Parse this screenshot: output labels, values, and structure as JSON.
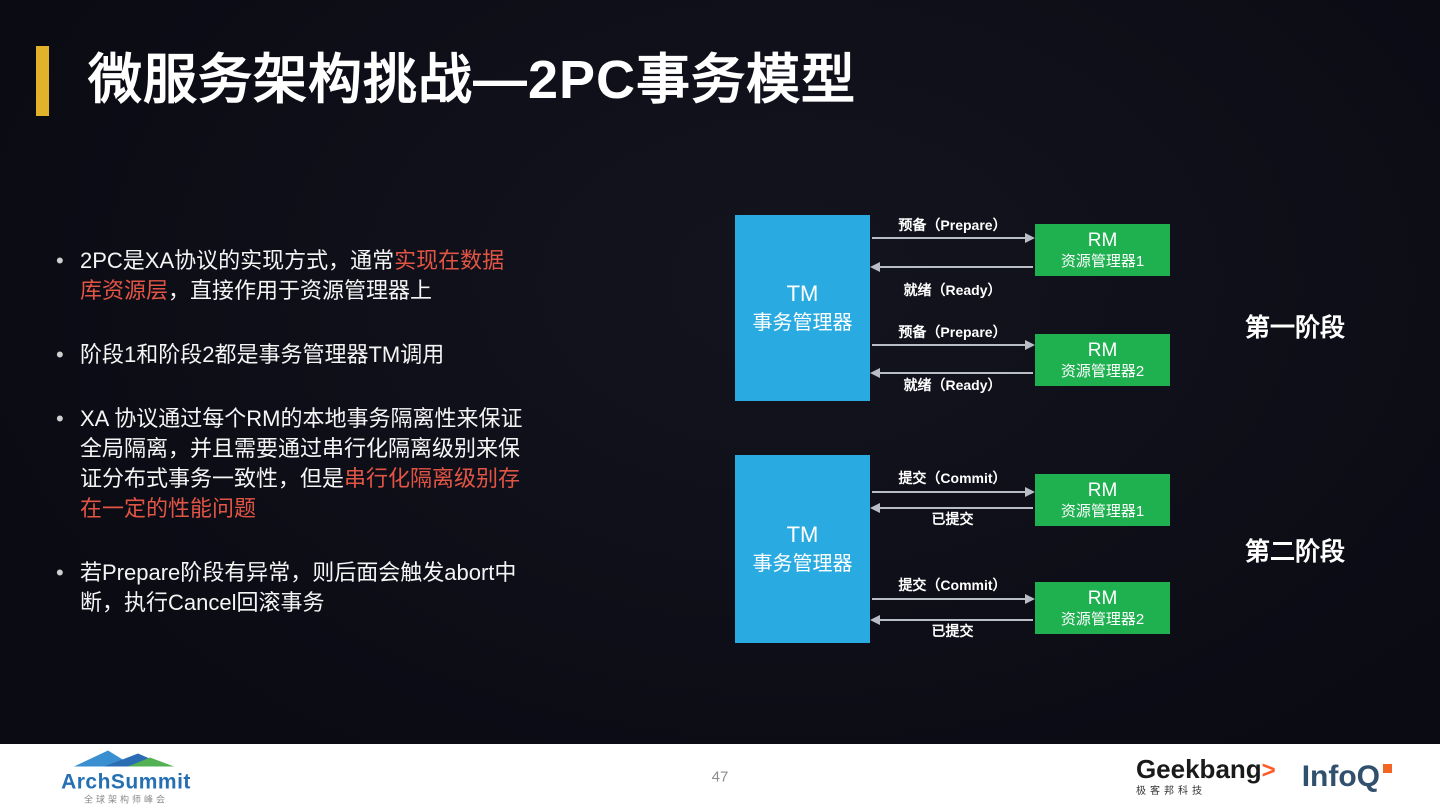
{
  "colors": {
    "bg": "#0b0b14",
    "accent_gold": "#e2b32a",
    "tm_blue": "#29abe2",
    "rm_green": "#1fb050",
    "highlight_red": "#e25544",
    "text_white": "#f5f5f5",
    "arrow_gray": "#b9bdc6",
    "footer_bg": "#ffffff",
    "page_num_gray": "#8c8c8c",
    "archsummit_blue": "#2470b3",
    "geekbang_black": "#1a1a1a",
    "geekbang_orange": "#ff5a2a",
    "infoq_navy": "#31506e",
    "infoq_orange": "#f26522"
  },
  "slide": {
    "title": "微服务架构挑战—2PC事务模型"
  },
  "bullets": [
    {
      "segments": [
        {
          "text": "2PC是XA协议的实现方式，通常",
          "highlight": false
        },
        {
          "text": "实现在数据库资源层",
          "highlight": true
        },
        {
          "text": "，直接作用于资源管理器上",
          "highlight": false
        }
      ]
    },
    {
      "segments": [
        {
          "text": "阶段1和阶段2都是事务管理器TM调用",
          "highlight": false
        }
      ]
    },
    {
      "segments": [
        {
          "text": "XA 协议通过每个RM的本地事务隔离性来保证全局隔离，并且需要通过串行化隔离级别来保证分布式事务一致性，但是",
          "highlight": false
        },
        {
          "text": "串行化隔离级别存在一定的性能问题",
          "highlight": true
        }
      ]
    },
    {
      "segments": [
        {
          "text": "若Prepare阶段有异常，则后面会触发abort中断，执行Cancel回滚事务",
          "highlight": false
        }
      ]
    }
  ],
  "diagram": {
    "phases": [
      {
        "label": "第一阶段",
        "tm": {
          "line1": "TM",
          "line2": "事务管理器"
        },
        "rms": [
          {
            "line1": "RM",
            "line2": "资源管理器1"
          },
          {
            "line1": "RM",
            "line2": "资源管理器2"
          }
        ],
        "messages": [
          {
            "request": "预备（Prepare）",
            "response": "就绪（Ready）"
          },
          {
            "request": "预备（Prepare）",
            "response": "就绪（Ready）"
          }
        ]
      },
      {
        "label": "第二阶段",
        "tm": {
          "line1": "TM",
          "line2": "事务管理器"
        },
        "rms": [
          {
            "line1": "RM",
            "line2": "资源管理器1"
          },
          {
            "line1": "RM",
            "line2": "资源管理器2"
          }
        ],
        "messages": [
          {
            "request": "提交（Commit）",
            "response": "已提交"
          },
          {
            "request": "提交（Commit）",
            "response": "已提交"
          }
        ]
      }
    ]
  },
  "footer": {
    "page_number": "47",
    "archsummit": {
      "name": "ArchSummit",
      "subtitle": "全球架构师峰会"
    },
    "geekbang": {
      "name": "Geekbang",
      "arrow": ">",
      "subtitle": "极客邦科技"
    },
    "infoq": {
      "name": "InfoQ"
    }
  }
}
